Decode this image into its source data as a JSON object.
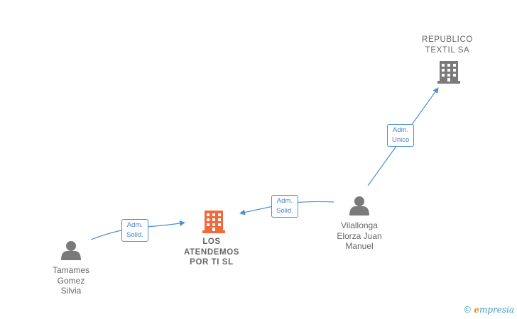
{
  "nodes": {
    "republico": {
      "label": "REPUBLICO\nTEXTIL SA"
    },
    "los_atendemos": {
      "label": "LOS\nATENDEMOS\nPOR TI  SL"
    },
    "vilallonga": {
      "label": "Vilallonga\nElorza Juan\nManuel"
    },
    "tamames": {
      "label": "Tamames\nGomez\nSilvia"
    }
  },
  "edges": {
    "vilallonga_republico": {
      "label": "Adm.\nUnico"
    },
    "vilallonga_los": {
      "label": "Adm.\nSolid."
    },
    "tamames_los": {
      "label": "Adm.\nSolid."
    }
  },
  "watermark": {
    "copyright": "©",
    "brand_initial": "e",
    "brand_rest": "mpresia"
  },
  "colors": {
    "accent": "#4a8fd6",
    "main_company": "#f26a3c",
    "entity": "#7a7a7a"
  }
}
